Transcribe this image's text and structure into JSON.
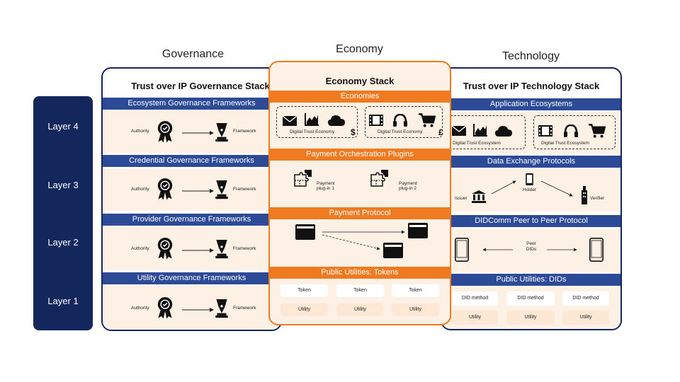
{
  "columns": {
    "governance": "Governance",
    "economy": "Economy",
    "technology": "Technology"
  },
  "layers": [
    "Layer 4",
    "Layer 3",
    "Layer 2",
    "Layer 1"
  ],
  "governance": {
    "title": "Trust over IP Governance Stack",
    "rows": [
      {
        "band": "Ecosystem Governance Frameworks",
        "left": "Authority",
        "right": "Framework"
      },
      {
        "band": "Credential Governance Frameworks",
        "left": "Authority",
        "right": "Framework"
      },
      {
        "band": "Provider Governance Frameworks",
        "left": "Authority",
        "right": "Framework"
      },
      {
        "band": "Utility Governance Frameworks",
        "left": "Authority",
        "right": "Framework"
      }
    ]
  },
  "economy": {
    "title": "Economy Stack",
    "economies": {
      "band": "Economies",
      "box1": "Digital Trust Economy",
      "box2": "Digital Trust Economy",
      "currency1": "$",
      "currency2": "£"
    },
    "plugins": {
      "band": "Payment Orchestration Plugins",
      "p1": "Payment plug-in 1",
      "p2": "Payment plug-in 2"
    },
    "protocol": {
      "band": "Payment Protocol"
    },
    "utilities": {
      "band": "Public Utilities: Tokens",
      "tokens": [
        "Token",
        "Token",
        "Token"
      ],
      "utilities": [
        "Utility",
        "Utility",
        "Utility"
      ]
    }
  },
  "technology": {
    "title": "Trust over IP Technology Stack",
    "apps": {
      "band": "Application Ecosystems",
      "box1": "Digital Trust Ecosystem",
      "box2": "Digital Trust Ecosystem"
    },
    "exchange": {
      "band": "Data Exchange Protocols",
      "issuer": "Issuer",
      "holder": "Holder",
      "verifier": "Verifier"
    },
    "didcomm": {
      "band": "DIDComm Peer to Peer Protocol",
      "peer": "Peer",
      "dids": "DIDs"
    },
    "utilities": {
      "band": "Public Utilities: DIDs",
      "methods": [
        "DID method",
        "DID method",
        "DID method"
      ],
      "utilities": [
        "Utility",
        "Utility",
        "Utility"
      ]
    }
  },
  "colors": {
    "navy": "#13275c",
    "band_blue": "#2c4a96",
    "orange": "#f07a1f",
    "cream": "#fdf0e4"
  }
}
